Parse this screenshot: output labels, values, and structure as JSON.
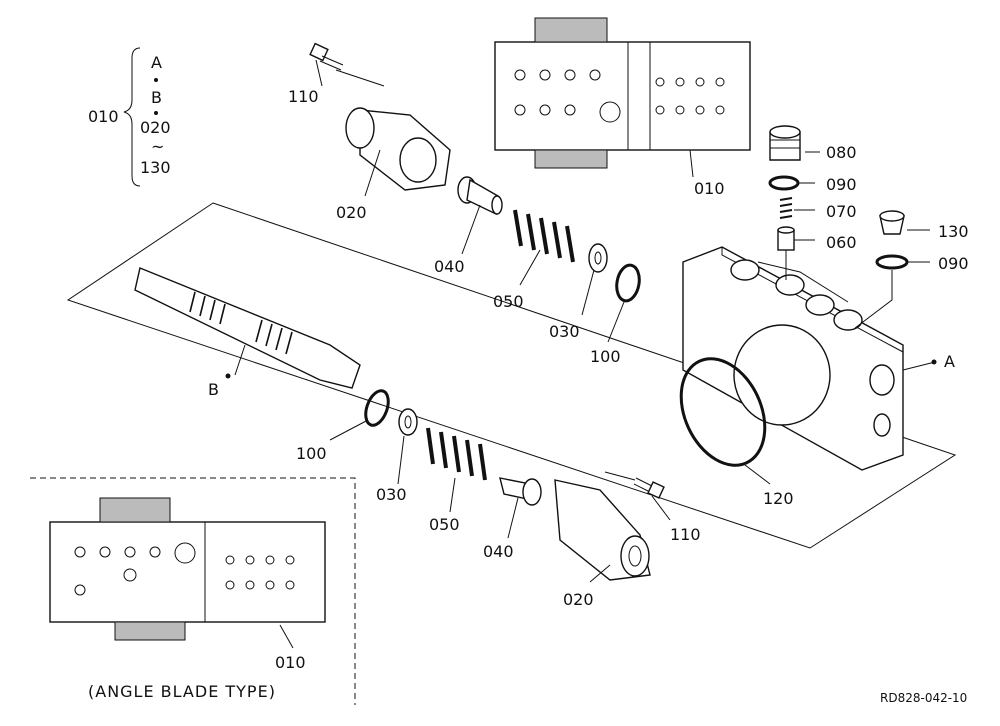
{
  "legend": {
    "code": "010",
    "range": [
      "A",
      "B",
      "020",
      "~",
      "130"
    ]
  },
  "labels": {
    "p110_top": "110",
    "p020_top": "020",
    "p040_top": "040",
    "p050_top": "050",
    "p030_top": "030",
    "p100_top": "100",
    "p010_top": "010",
    "p080": "080",
    "p090_a": "090",
    "p070": "070",
    "p060": "060",
    "p130": "130",
    "p090_b": "090",
    "pA": "A",
    "pB": "B",
    "p100_bot": "100",
    "p030_bot": "030",
    "p050_bot": "050",
    "p040_bot": "040",
    "p020_bot": "020",
    "p110_bot": "110",
    "p120": "120",
    "p010_inset": "010"
  },
  "inset_caption": "(ANGLE BLADE TYPE)",
  "reference": "RD828-042-10"
}
